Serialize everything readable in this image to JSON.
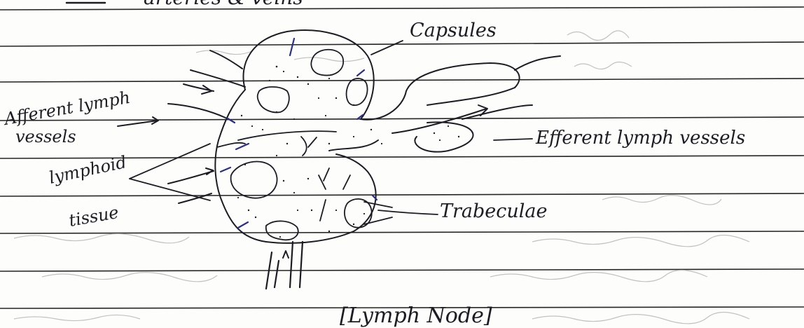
{
  "labels": {
    "top_fragment": "arteries & veins",
    "capsules": "Capsules",
    "afferent_line1": "Afferent lymph",
    "afferent_line2": "vessels",
    "lymphoid_line1": "lymphoid",
    "lymphoid_line2": "tissue",
    "efferent": "Efferent lymph vessels",
    "trabeculae": "Trabeculae",
    "caption": "[Lymph Node]"
  },
  "colors": {
    "ink": "#1c1c24",
    "rules": "#262626",
    "bleed": "#b9b9b9",
    "accent_ink": "#2b2f8c",
    "paper": "#fdfdfb"
  }
}
